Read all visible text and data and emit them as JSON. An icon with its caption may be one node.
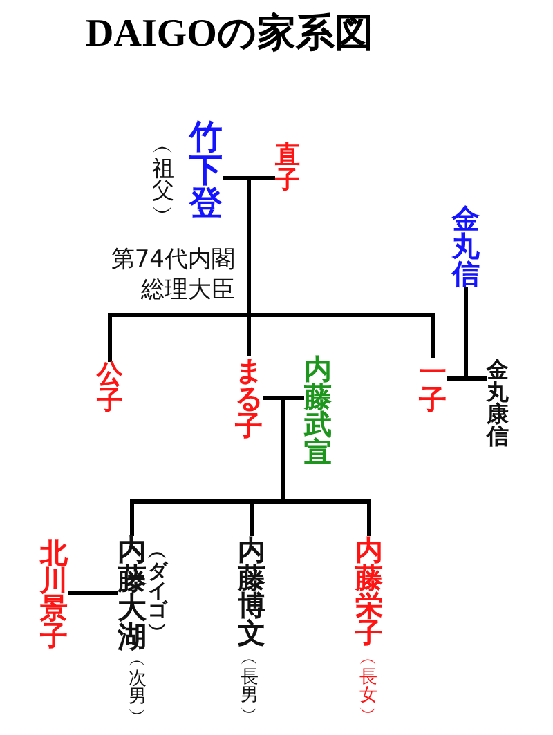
{
  "diagram": {
    "title": "DAIGOの家系図",
    "nodes": [
      {
        "text": [
          "竹下登"
        ],
        "beside": [
          "︵祖父︶",
          "第74代内閣総理大臣"
        ]
      },
      {
        "text": [
          "直子"
        ]
      },
      {
        "text": [
          "金丸信"
        ]
      },
      {
        "text": [
          "公子"
        ]
      },
      {
        "text": [
          "まる子"
        ]
      },
      {
        "text": [
          "内藤武宣"
        ]
      },
      {
        "text": [
          "一子"
        ]
      },
      {
        "text": [
          "金丸康信"
        ]
      },
      {
        "text": [
          "北川景子"
        ]
      },
      {
        "text": [
          "内藤大湖"
        ],
        "beside": [
          "︵ダイゴ︶",
          "︵次男︶"
        ]
      },
      {
        "text": [
          "内藤博文"
        ],
        "beside": [
          "︵長男︶"
        ]
      },
      {
        "text": [
          "内藤栄子"
        ],
        "beside": [
          "︵長女︶"
        ]
      }
    ],
    "edges": [
      {
        "from": 0,
        "to": 1,
        "arrow": "none"
      },
      {
        "from": 0,
        "to": 3,
        "arrow": "none"
      },
      {
        "from": 0,
        "to": 4,
        "arrow": "none"
      },
      {
        "from": 0,
        "to": 6,
        "arrow": "none"
      },
      {
        "from": 1,
        "to": 3,
        "arrow": "none"
      },
      {
        "from": 1,
        "to": 4,
        "arrow": "none"
      },
      {
        "from": 1,
        "to": 6,
        "arrow": "none"
      },
      {
        "from": 2,
        "to": 7,
        "arrow": "none"
      },
      {
        "from": 6,
        "to": 7,
        "arrow": "none"
      },
      {
        "from": 4,
        "to": 5,
        "arrow": "none"
      },
      {
        "from": 4,
        "to": 9,
        "arrow": "none"
      },
      {
        "from": 4,
        "to": 10,
        "arrow": "none"
      },
      {
        "from": 4,
        "to": 11,
        "arrow": "none"
      },
      {
        "from": 5,
        "to": 9,
        "arrow": "none"
      },
      {
        "from": 5,
        "to": 10,
        "arrow": "none"
      },
      {
        "from": 5,
        "to": 11,
        "arrow": "none"
      },
      {
        "from": 8,
        "to": 9,
        "arrow": "none"
      }
    ]
  }
}
